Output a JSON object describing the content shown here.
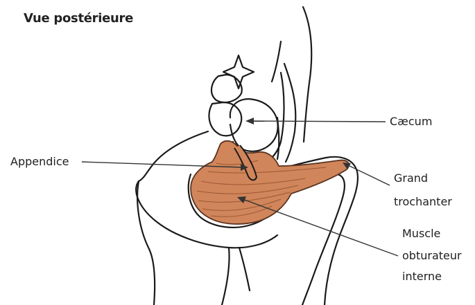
{
  "title": "Vue postérieure",
  "labels": {
    "caecum": "Cæcum",
    "appendice": "Appendice",
    "grand_trochanter": [
      "Grand",
      "trochanter"
    ],
    "muscle_obturateur": [
      "Muscle",
      "obturateur",
      "interne"
    ]
  },
  "colors": {
    "muscle_fill": "#d0855a",
    "muscle_stroke": "#5a3320",
    "muscle_fibers": "#9c5734",
    "outline": "#1a1a1a",
    "leader": "#333333"
  }
}
